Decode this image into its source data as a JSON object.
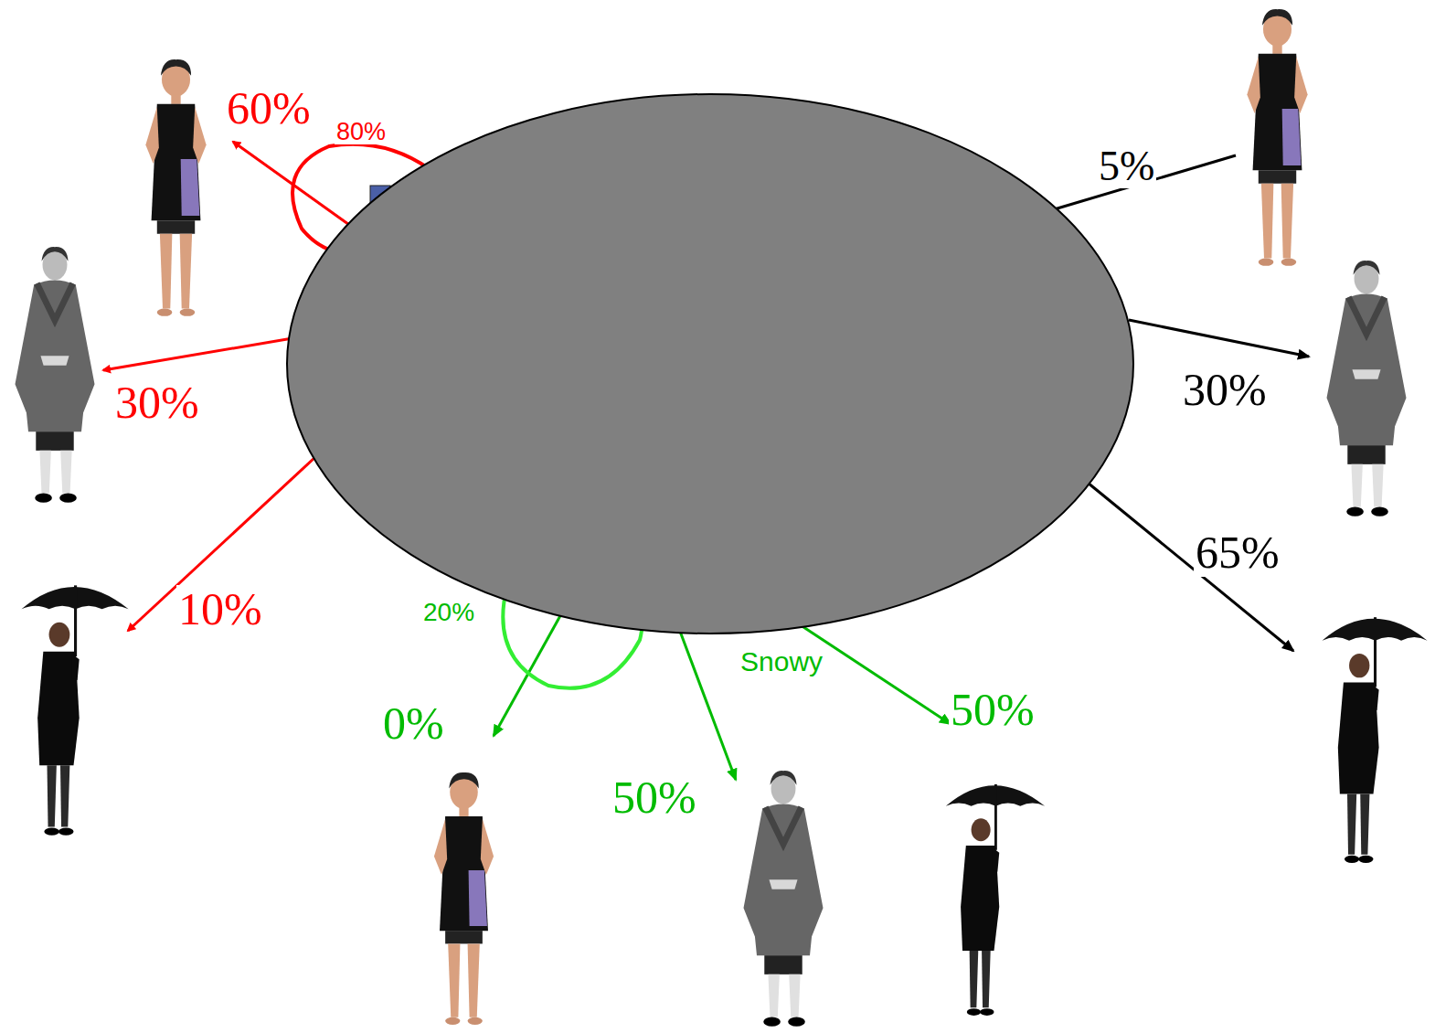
{
  "diagram": {
    "labels": [
      "60%",
      "80%",
      "30%",
      "10%",
      "5%",
      "30%",
      "65%",
      "20%",
      "0%",
      "50%",
      "50%",
      "Snowy"
    ]
  }
}
